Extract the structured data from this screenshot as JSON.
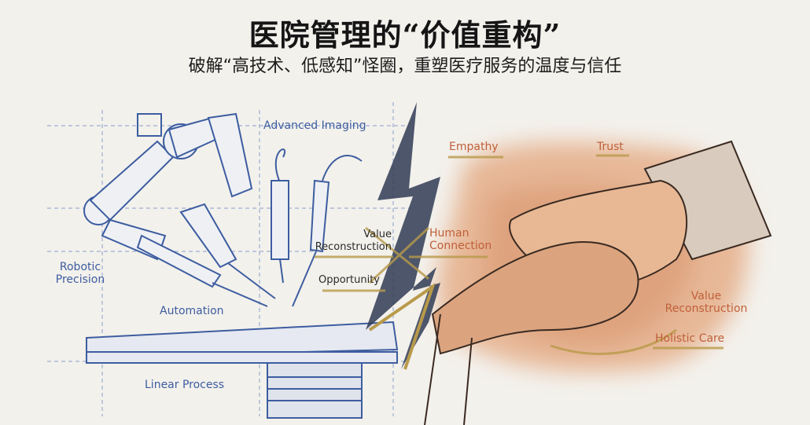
{
  "header": {
    "title": "医院管理的“价值重构”",
    "subtitle": "破解“高技术、低感知”怪圈，重塑医疗服务的温度与信任"
  },
  "left_labels": {
    "advanced_imaging": "Advanced Imaging",
    "robotic": "Robotic",
    "precision": "Precision",
    "automation": "Automation",
    "linear_process": "Linear Process"
  },
  "center_labels": {
    "value": "Value",
    "reconstruction": "Reconstruction",
    "opportunity": "Opportunity",
    "human": "Human",
    "connection": "Connection"
  },
  "right_labels": {
    "empathy": "Empathy",
    "trust": "Trust",
    "value": "Value",
    "reconstruction": "Reconstruction",
    "holistic_care": "Holistic Care"
  },
  "colors": {
    "blueprint": "#3d5da0",
    "watercolor": "#e3a47a",
    "gold": "#b89a4a",
    "accent_text": "#c0603a"
  }
}
